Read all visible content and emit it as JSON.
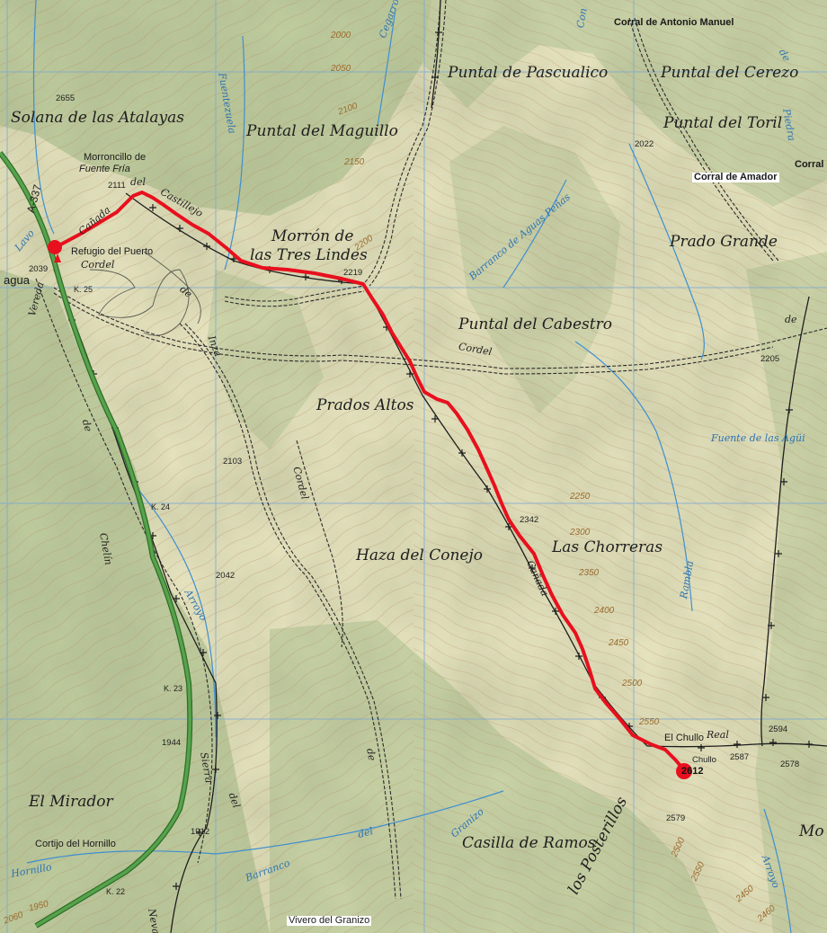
{
  "colors": {
    "terrain": "#e7e4c0",
    "forest": "#b9c99a",
    "contour": "#b4895a",
    "water": "#3f8fd0",
    "route": "#e8101e",
    "road": "#3a8a35",
    "grid": "#7aa7d2",
    "track": "#2b2b2b"
  },
  "places": {
    "solana": "Solana de las Atalayas",
    "maguillo": "Puntal del Maguillo",
    "pascualico": "Puntal de Pascualico",
    "cerezo": "Puntal del Cerezo",
    "toril": "Puntal del Toril",
    "morron": "Morrón de",
    "morron2": "las Tres Lindes",
    "prado_grande": "Prado Grande",
    "cabestro": "Puntal del Cabestro",
    "prados_altos": "Prados Altos",
    "haza": "Haza del Conejo",
    "chorreras": "Las Chorreras",
    "mirador": "El Mirador",
    "casilla": "Casilla de Ramos",
    "posterillos": "los Posterillos",
    "mo": "Mo"
  },
  "pois": {
    "corral_antonio": "Corral de Antonio Manuel",
    "corral_amador": "Corral de Amador",
    "corral_edge": "Corral",
    "morroncillo": "Morroncillo de",
    "fuente_fria": "Fuente Fría",
    "refugio": "Refugio del Puerto",
    "el_chullo": "El Chullo",
    "chullo_small": "Chullo",
    "cortijo": "Cortijo del Hornillo",
    "vivero": "Vivero del Granizo",
    "agua_edge": "agua"
  },
  "elevations": {
    "e2655": "2655",
    "e2111": "2111",
    "e2039": "2039",
    "e2219": "2219",
    "e2022": "2022",
    "e2205": "2205",
    "e2103": "2103",
    "e2342": "2342",
    "e2042": "2042",
    "e1944": "1944",
    "e1912": "1912",
    "e2594": "2594",
    "e2587": "2587",
    "e2578": "2578",
    "e2579": "2579",
    "summit": "2612"
  },
  "contours": {
    "c2000": "2000",
    "c2050": "2050",
    "c2100": "2100",
    "c2150": "2150",
    "c2200": "2200",
    "c2250": "2250",
    "c2300": "2300",
    "c2350": "2350",
    "c2400": "2400",
    "c2450": "2450",
    "c2500": "2500",
    "c2550": "2550",
    "c1950": "1950",
    "c2450b": "2450",
    "c2500b": "2500",
    "c2550b": "2550",
    "c2060": "2060",
    "c2460": "2460"
  },
  "water": {
    "fuentezuela": "Fuentezuela",
    "cegarro": "Cegarro",
    "barranco_aguas": "Barranco de Aguas Peñas",
    "rambla": "Rambla",
    "fuente_aguila": "Fuente de las Agüi",
    "arroyo": "Arroyo",
    "arroyo_edge": "Arroyo",
    "barranco": "Barranco",
    "del_b": "del",
    "granizo": "Granizo",
    "hornillo": "Hornillo",
    "lavo": "Lavo",
    "piedra": "Piedra",
    "de_top": "de",
    "con": "Con"
  },
  "paths": {
    "canada": "Cañada",
    "del": "del",
    "castillejo": "Castillejo",
    "cordel": "Cordel",
    "de1": "de",
    "inza": "Inza",
    "cordel2": "Cordel",
    "vereda": "Vereda",
    "de2": "de",
    "chelin": "Chelín",
    "cordel3": "Cordel",
    "canada2": "Cañada",
    "real": "Real",
    "de3": "de",
    "de4": "de",
    "sierra": "Sierra",
    "del2": "del",
    "neva": "Neva"
  },
  "roads": {
    "a337": "A-337",
    "k25": "K. 25",
    "k24": "K. 24",
    "k23": "K. 23",
    "k22": "K. 22"
  }
}
